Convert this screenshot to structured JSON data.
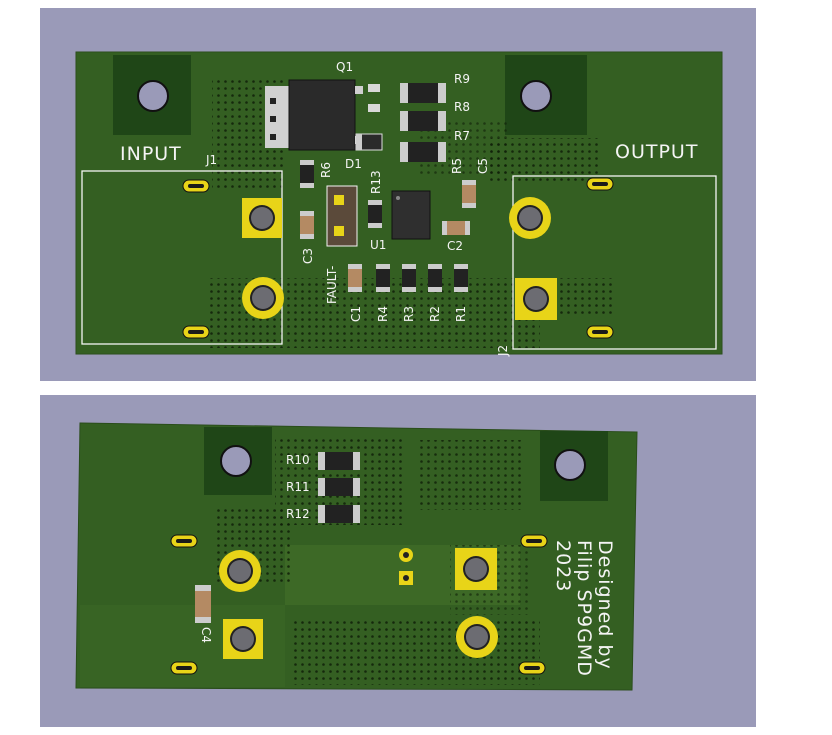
{
  "colors": {
    "background": "#9a9ab8",
    "board": "#3e6a27",
    "copper": "#2b561f",
    "silkscreen": "#f4f4f4",
    "pad": "#e8d418"
  },
  "top_view": {
    "labels": {
      "input": "INPUT",
      "output": "OUTPUT",
      "fault": "FAULT-"
    },
    "refs": {
      "q1": "Q1",
      "d1": "D1",
      "j1": "J1",
      "j2": "J2",
      "u1": "U1",
      "r1": "R1",
      "r2": "R2",
      "r3": "R3",
      "r4": "R4",
      "r5": "R5",
      "r6": "R6",
      "r7": "R7",
      "r8": "R8",
      "r9": "R9",
      "r13": "R13",
      "c1": "C1",
      "c2": "C2",
      "c3": "C3",
      "c5": "C5"
    }
  },
  "bottom_view": {
    "refs": {
      "r10": "R10",
      "r11": "R11",
      "r12": "R12",
      "c4": "C4"
    },
    "credit": {
      "line1": "Designed by",
      "line2": "Filip SP9GMD",
      "line3": "2023"
    }
  }
}
